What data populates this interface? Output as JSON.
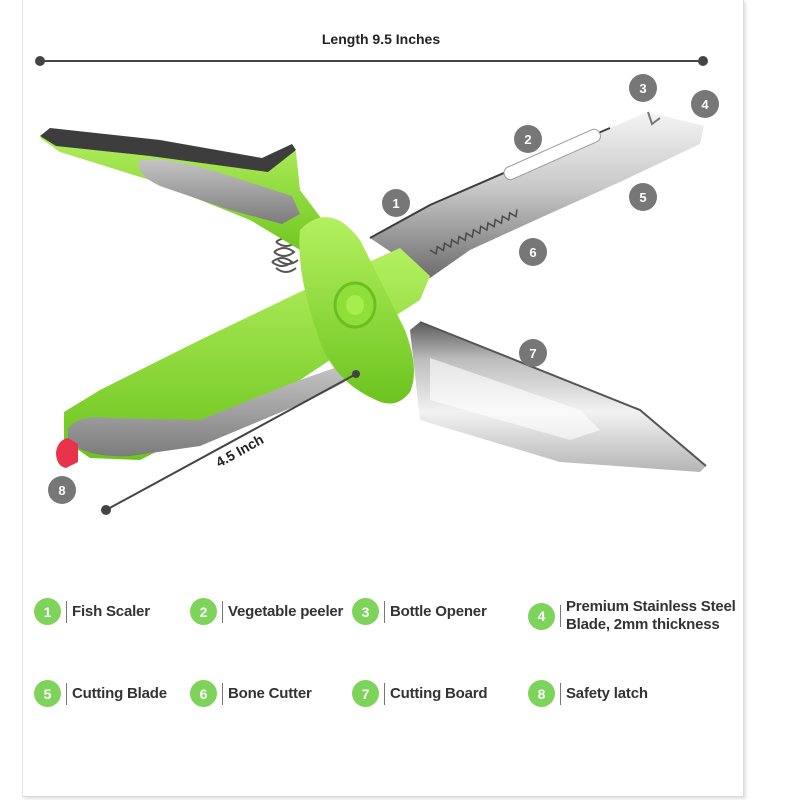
{
  "dimensions": {
    "overall_length": "Length 9.5 Inches",
    "handle_length": "4.5 Inch"
  },
  "colors": {
    "badge": "#7ed35a",
    "callout": "#777777",
    "handle_green": "#8ee039",
    "grip_gray": "#9b9b9b",
    "latch_red": "#e8334a"
  },
  "callouts": [
    "1",
    "2",
    "3",
    "4",
    "5",
    "6",
    "7",
    "8"
  ],
  "legend": [
    {
      "num": "1",
      "text": "Fish Scaler"
    },
    {
      "num": "2",
      "text": "Vegetable peeler"
    },
    {
      "num": "3",
      "text": "Bottle Opener"
    },
    {
      "num": "4",
      "text": "Premium Stainless Steel Blade, 2mm thickness"
    },
    {
      "num": "5",
      "text": "Cutting Blade"
    },
    {
      "num": "6",
      "text": "Bone Cutter"
    },
    {
      "num": "7",
      "text": "Cutting Board"
    },
    {
      "num": "8",
      "text": "Safety latch"
    }
  ]
}
